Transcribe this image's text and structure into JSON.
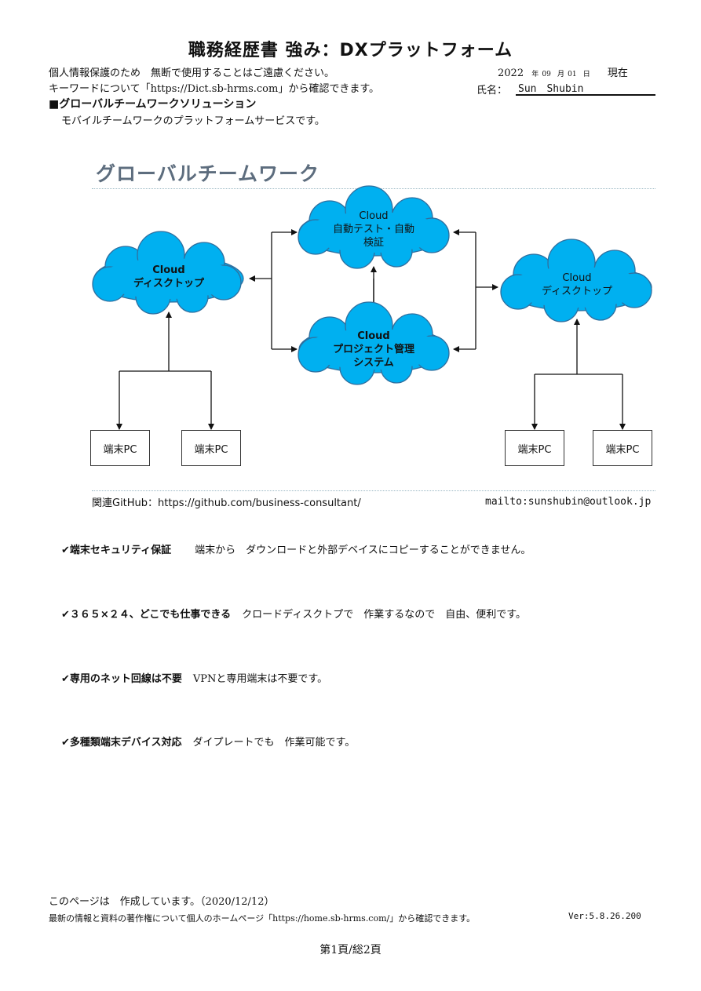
{
  "header": {
    "title": "職務経歴書 強み：DXプラットフォーム",
    "privacy_line": "個人情報保護のため　無断で使用することはご遠慮ください。",
    "keyword_line": "キーワードについて「https://Dict.sb-hrms.com」から確認できます。",
    "date": {
      "year": "2022",
      "year_unit": "年",
      "month": "09",
      "month_unit": "月",
      "day": "01",
      "day_unit": "日",
      "status": "現在"
    },
    "name_label": "氏名：",
    "name_value": "Sun　Shubin"
  },
  "section": {
    "heading": "■グローバルチームワークソリューション",
    "description": "モバイルチームワークのプラットフォームサービスです。"
  },
  "diagram": {
    "title": "グローバルチームワーク",
    "clouds": {
      "left": {
        "line1": "Cloud",
        "line2": "ディスクトップ"
      },
      "top": {
        "line1": "Cloud",
        "line2": "自動テスト・自動",
        "line3": "検証"
      },
      "bottom": {
        "line1": "Cloud",
        "line2": "プロジェクト管理",
        "line3": "システム"
      },
      "right": {
        "line1": "Cloud",
        "line2": "ディスクトップ"
      }
    },
    "terminals": [
      "端末PC",
      "端末PC",
      "端末PC",
      "端末PC"
    ],
    "github": "関連GitHub：https://github.com/business-consultant/",
    "mail": "mailto:sunshubin@outlook.jp",
    "colors": {
      "cloud_fill": "#00b0f0",
      "cloud_stroke": "#2f6f9f",
      "title": "#5d6d7e"
    }
  },
  "features": [
    {
      "check": "✔",
      "head": "端末セキュリティ保証",
      "desc": "端末から　ダウンロードと外部デベイスにコピーすることができません。"
    },
    {
      "check": "✔",
      "head": "３６５×２４、どこでも仕事できる",
      "desc": "クロードディスクトプで　作業するなので　自由、便利です。"
    },
    {
      "check": "✔",
      "head": "専用のネット回線は不要",
      "desc": "VPNと専用端末は不要です。"
    },
    {
      "check": "✔",
      "head": "多種類端末デバイス対応",
      "desc": "ダイプレートでも　作業可能です。"
    }
  ],
  "footer": {
    "created": "このページは　作成しています。（2020/12/12）",
    "latest": "最新の情報と資料の著作権について個人のホームページ「https://home.sb-hrms.com/」から確認できます。",
    "version": "Ver:5.8.26.200",
    "page": "第1頁/総2頁"
  }
}
